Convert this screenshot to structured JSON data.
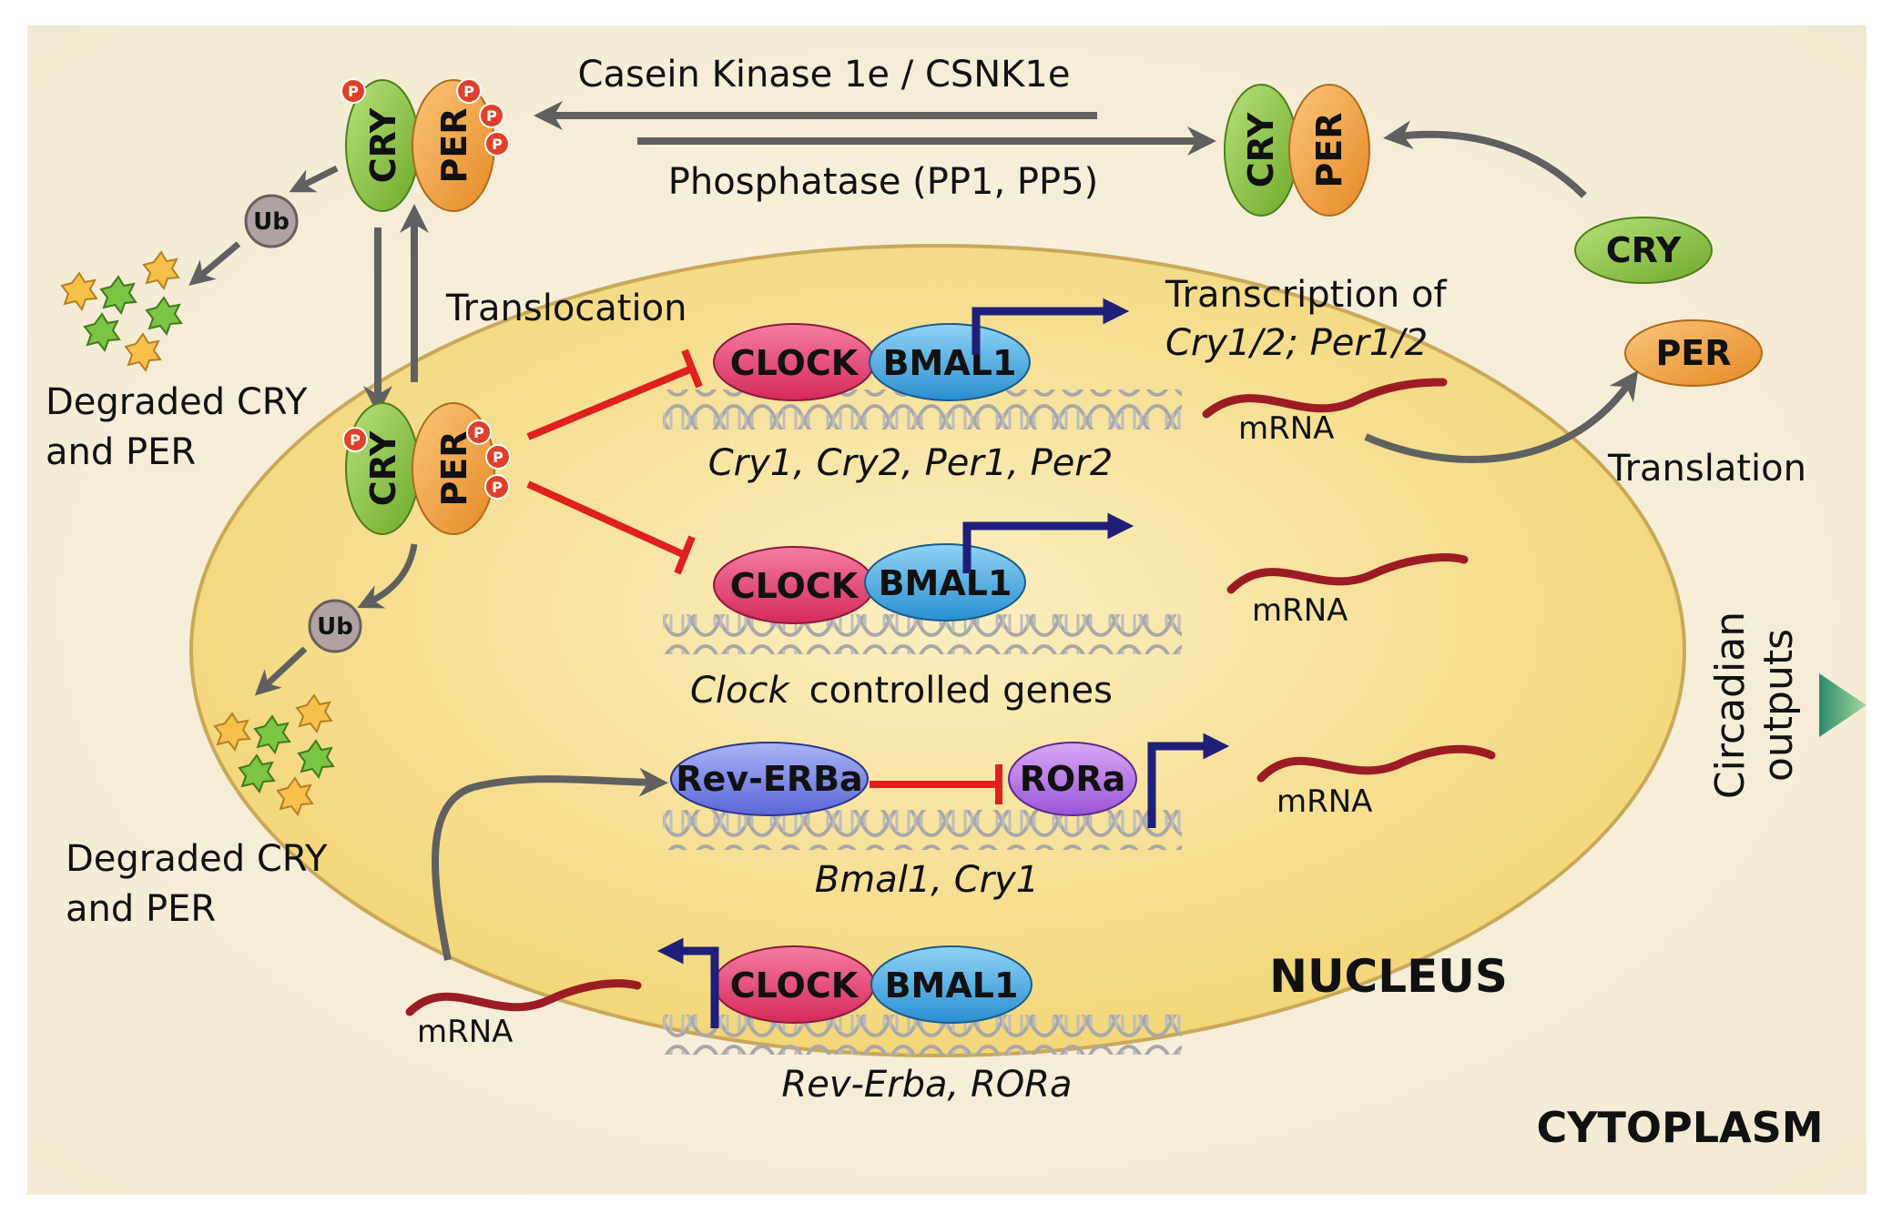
{
  "labels": {
    "kinase": "Casein Kinase 1e / CSNK1e",
    "phosphatase": "Phosphatase (PP1, PP5)",
    "translocation": "Translocation",
    "transcription_line1": "Transcription of",
    "transcription_line2": "Cry1/2; Per1/2",
    "translation": "Translation",
    "degraded_line1": "Degraded CRY",
    "degraded_line2": "and PER",
    "genes_1": "Cry1, Cry2, Per1, Per2",
    "genes_2_italic": "Clock",
    "genes_2_rest": "controlled genes",
    "genes_3": "Bmal1, Cry1",
    "genes_4": "Rev-Erba,   RORa",
    "nucleus": "NUCLEUS",
    "cytoplasm": "CYTOPLASM",
    "circadian_line1": "Circadian",
    "circadian_line2": "outputs",
    "mrna": "mRNA"
  },
  "proteins": {
    "cry": "CRY",
    "per": "PER",
    "clock": "CLOCK",
    "bmal1": "BMAL1",
    "rev_erba": "Rev-ERBa",
    "rora": "RORa",
    "phospho": "P",
    "ub": "Ub"
  },
  "colors": {
    "background": "#f5ecd7",
    "nucleus": "#f2d880",
    "cry": "#8cc43f",
    "per": "#f0a040",
    "clock": "#e83d6e",
    "bmal1": "#3aa0dc",
    "rev_erba": "#6a7ae0",
    "rora": "#b070e0",
    "inhibit": "#e0201e",
    "activate": "#1f1f7a",
    "mrna": "#9c1c24",
    "arrow": "#606060"
  }
}
